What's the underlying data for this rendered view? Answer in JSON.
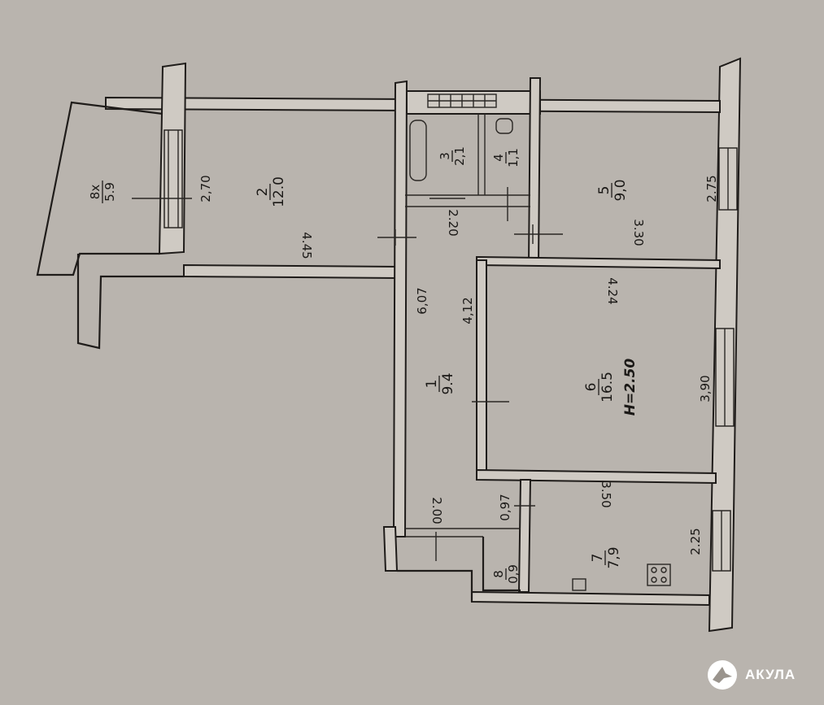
{
  "rooms": {
    "r1": {
      "number": "1",
      "area": "9.4"
    },
    "r2": {
      "number": "2",
      "area": "12.0"
    },
    "r3": {
      "number": "3",
      "area": "2,1"
    },
    "r4": {
      "number": "4",
      "area": "1,1"
    },
    "r5": {
      "number": "5",
      "area": "9,0"
    },
    "r6": {
      "number": "6",
      "area": "16.5",
      "height": "H=2.50"
    },
    "r7": {
      "number": "7",
      "area": "7,9"
    },
    "r8": {
      "number": "8",
      "area": "0,9"
    },
    "balcony": {
      "number": "8x",
      "area": "5.9"
    }
  },
  "dimensions": {
    "d270": "2,70",
    "d445": "4.45",
    "d220": "2.20",
    "d275": "2.75",
    "d330": "3.30",
    "d607": "6,07",
    "d412": "4,12",
    "d424": "4.24",
    "d390": "3,90",
    "d200": "2.00",
    "d097": "0,97",
    "d350": "3.50",
    "d225": "2.25"
  },
  "watermark": {
    "text": "АКУЛА"
  },
  "colors": {
    "paper": "#b9b4ae",
    "line": "#1f1c1a",
    "watermark": "#ffffff"
  }
}
